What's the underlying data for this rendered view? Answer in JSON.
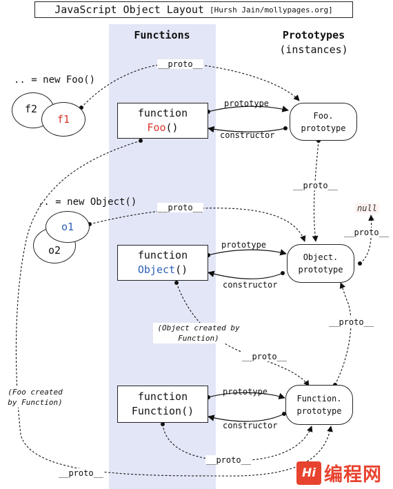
{
  "title": {
    "main": "JavaScript Object Layout",
    "credit": "[Hursh Jain/mollypages.org]"
  },
  "columns": {
    "functions": "Functions",
    "prototypes": "Prototypes",
    "prototypes_sub": "(instances)"
  },
  "instances": {
    "foo_expr": ".. = new Foo()",
    "object_expr": ".. = new Object()",
    "f2": "f2",
    "f1": "f1",
    "o1": "o1",
    "o2": "o2"
  },
  "functions": {
    "foo": {
      "keyword": "function",
      "name": "Foo",
      "parens": "()"
    },
    "object": {
      "keyword": "function",
      "name": "Object",
      "parens": "()"
    },
    "function": {
      "keyword": "function",
      "name": "Function()"
    }
  },
  "prototypes": {
    "foo": {
      "line1": "Foo.",
      "line2": "prototype"
    },
    "object": {
      "line1": "Object.",
      "line2": "prototype"
    },
    "function": {
      "line1": "Function.",
      "line2": "prototype"
    }
  },
  "labels": {
    "proto": "__proto__",
    "prototype": "prototype",
    "constructor": "constructor",
    "null": "null"
  },
  "notes": {
    "object_created": "(Object created by Function)",
    "foo_created": "(Foo created by Function)"
  },
  "watermark": {
    "badge": "Hi",
    "text": "编程网"
  },
  "colors": {
    "band": "#e3e6f6",
    "red": "#d9342b",
    "blue": "#2c5fb5",
    "watermark": "#e8432e"
  }
}
